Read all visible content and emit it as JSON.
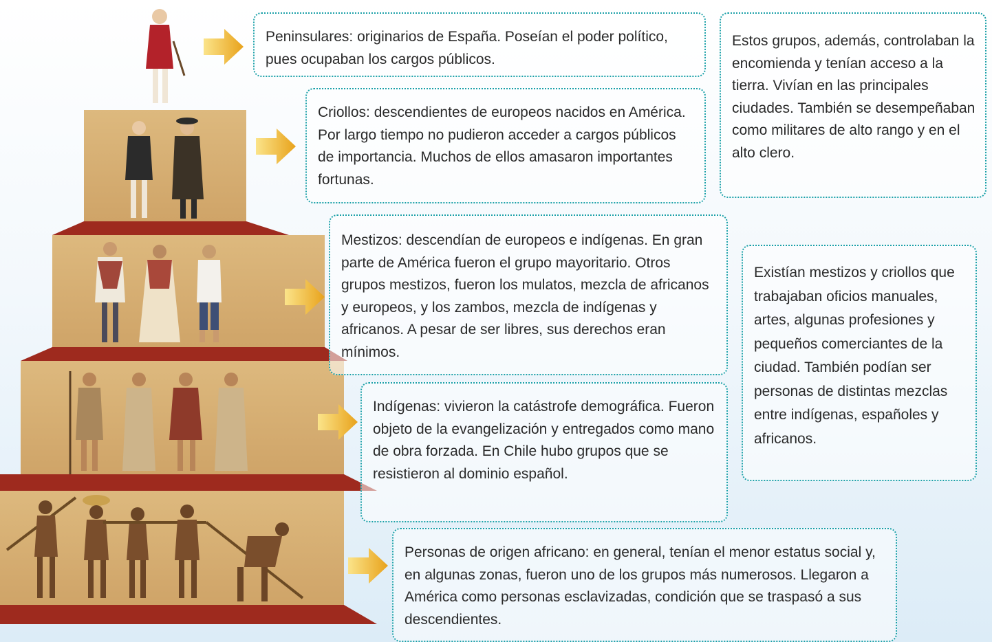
{
  "colors": {
    "border": "#1aa0a8",
    "step_face": "#d9b478",
    "step_top": "#9e2a1e",
    "arrow_start": "#fbe48a",
    "arrow_end": "#e8a21b"
  },
  "pyramid": {
    "tiers": [
      {
        "level": 1,
        "group": "peninsulares",
        "figures": 1
      },
      {
        "level": 2,
        "group": "criollos",
        "figures": 2
      },
      {
        "level": 3,
        "group": "mestizos",
        "figures": 3
      },
      {
        "level": 4,
        "group": "indigenas",
        "figures": 4
      },
      {
        "level": 5,
        "group": "africanos",
        "figures": 5
      }
    ]
  },
  "groups": {
    "peninsulares": {
      "term": "Peninsulares:",
      "text": " originarios de España. Poseían el poder político, pues ocupaban los cargos públicos."
    },
    "criollos": {
      "term": "Criollos:",
      "text": " descendientes de europeos nacidos en América. Por largo tiempo no pudieron acceder a cargos públicos de importancia. Muchos de ellos amasaron importantes fortunas."
    },
    "mestizos": {
      "term": "Mestizos:",
      "text": " descendían de europeos e indígenas. En gran parte de América fueron el grupo mayoritario. Otros grupos mestizos, fueron los mulatos, mezcla de africanos y europeos, y los zambos, mezcla de indígenas y africanos. A pesar de ser libres, sus derechos eran mínimos."
    },
    "indigenas": {
      "term": "Indígenas:",
      "text": " vivieron la catástrofe demográfica. Fueron objeto de la evangelización y entregados como mano de obra forzada. En Chile hubo grupos que se resistieron al dominio español."
    },
    "africanos": {
      "term": "Personas de origen africano:",
      "text": " en general, tenían el menor estatus social y, en algunas zonas, fueron uno de los grupos más numerosos. Llegaron a América como personas esclavizadas, condición que se traspasó a sus descendientes."
    }
  },
  "notes": {
    "elite": "Estos grupos, además, controlaban la encomienda y tenían acceso a la tierra. Vivían en las principales ciudades. También se desempeñaban como militares de alto rango y en el alto clero.",
    "middle": "Existían mestizos y criollos que trabajaban oficios manuales, artes, algunas profesiones y pequeños comerciantes de la ciudad. También podían ser personas de distintas mezclas entre indígenas, españoles y africanos."
  }
}
